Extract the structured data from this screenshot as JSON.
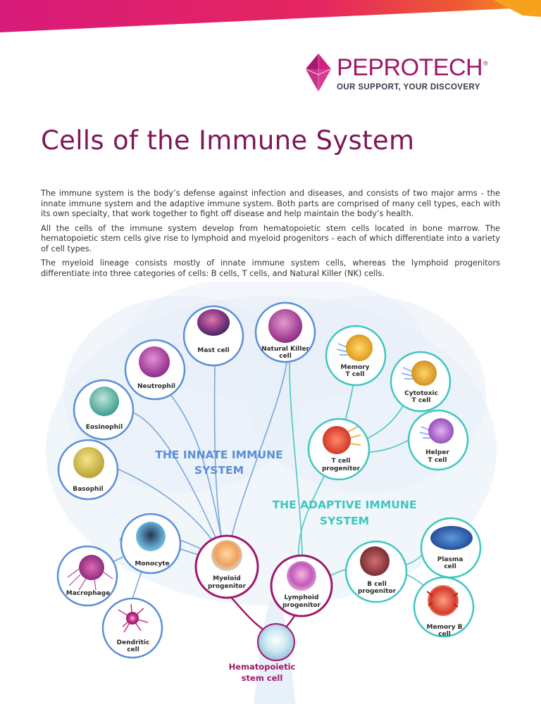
{
  "brand": {
    "name": "PeproTech",
    "name_display": "PEPROTECH",
    "registered": "®",
    "tagline": "OUR SUPPORT, YOUR DISCOVERY"
  },
  "title": "Cells of the Immune System",
  "paragraphs": [
    "The immune system is the body’s defense against infection and diseases, and consists of two major arms - the innate immune system and the adaptive immune system. Both parts are comprised of many cell types, each with its own specialty, that work together to fight off disease and help maintain the body’s health.",
    "All the cells of the immune system develop from hematopoietic stem cells located in bone marrow. The hematopoietic stem cells give rise to lymphoid and myeloid progenitors - each of which differentiate into a variety of cell types.",
    "The myeloid lineage consists mostly of innate immune system cells, whereas the lymphoid progenitors differentiate into three categories of cells: B cells, T cells, and Natural Killer (NK) cells."
  ],
  "diagram": {
    "innate_label": [
      "THE INNATE IMMUNE",
      "SYSTEM"
    ],
    "adaptive_label": [
      "THE ADAPTIVE IMMUNE",
      "SYSTEM"
    ],
    "root": [
      "Hematopoietic",
      "stem cell"
    ],
    "cells": {
      "mast": [
        "Mast cell"
      ],
      "nk": [
        "Natural Killer",
        "cell"
      ],
      "neutrophil": [
        "Neutrophil"
      ],
      "eosinophil": [
        "Eosinophil"
      ],
      "basophil": [
        "Basophil"
      ],
      "monocyte": [
        "Monocyte"
      ],
      "macrophage": [
        "Macrophage"
      ],
      "dendritic": [
        "Dendritic",
        "cell"
      ],
      "myeloid": [
        "Myeloid",
        "progenitor"
      ],
      "lymphoid": [
        "Lymphoid",
        "progenitor"
      ],
      "memory_t": [
        "Memory",
        "T cell"
      ],
      "cytotoxic_t": [
        "Cytotoxic",
        "T cell"
      ],
      "t_progenitor": [
        "T cell",
        "progenitor"
      ],
      "helper_t": [
        "Helper",
        "T cell"
      ],
      "plasma": [
        "Plasma",
        "cell"
      ],
      "b_progenitor": [
        "B cell",
        "progenitor"
      ],
      "memory_b": [
        "Memory B",
        "cell"
      ]
    }
  },
  "colors": {
    "brand_magenta": "#a0176b",
    "title_plum": "#7e1757",
    "innate_blue": "#5b8fd6",
    "adaptive_teal": "#3fc6c0",
    "banner_orange": "#f6a21d"
  }
}
